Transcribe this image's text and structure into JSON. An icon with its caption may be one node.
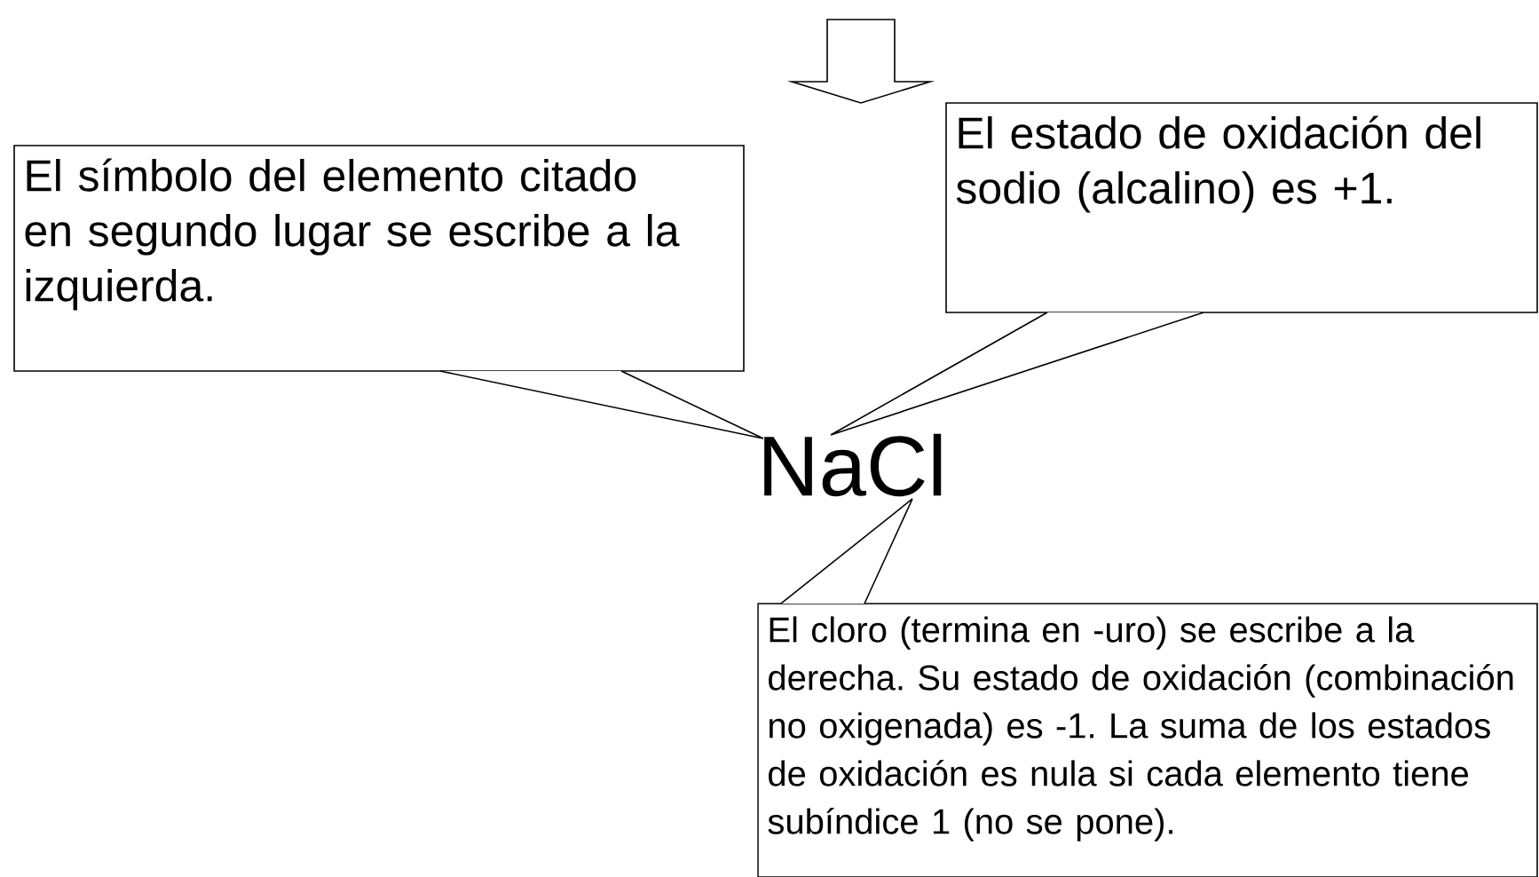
{
  "diagram": {
    "nodes": [
      {
        "text": [
          "El símbolo del elemento citado en segundo lugar se escribe a la izquierda."
        ]
      },
      {
        "text": [
          "El estado de oxidación del sodio (alcalino) es +1."
        ]
      },
      {
        "text": [
          "NaCl"
        ]
      },
      {
        "text": [
          "El cloro (termina en  -uro) se escribe a la derecha. Su estado de oxidación (combinación no oxigenada) es -1. La suma de los estados de oxidación es nula si cada elemento tiene subíndice 1 (no se pone)."
        ]
      }
    ],
    "edges": [
      {
        "from": 0,
        "to": 2,
        "arrow": "none"
      },
      {
        "from": 1,
        "to": 2,
        "arrow": "none"
      },
      {
        "from": 3,
        "to": 2,
        "arrow": "none"
      }
    ]
  }
}
